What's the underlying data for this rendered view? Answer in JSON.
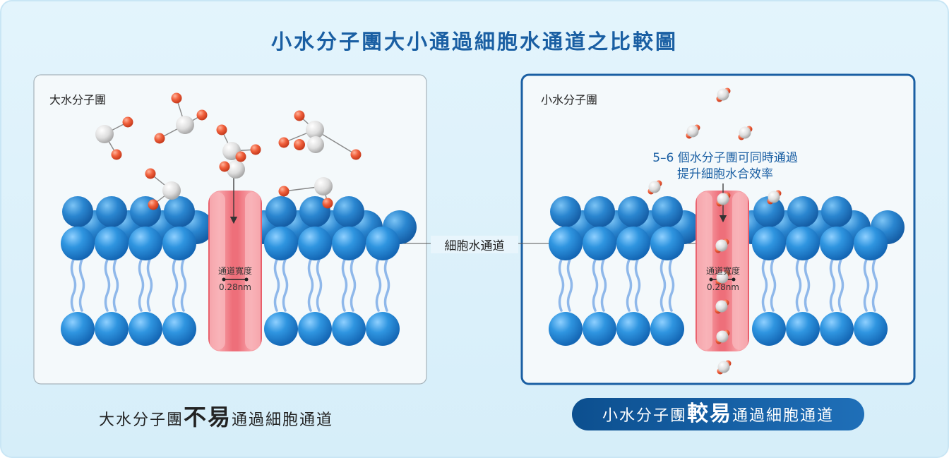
{
  "title": "小水分子團大小通過細胞水通道之比較圖",
  "left_panel": {
    "label": "大水分子團",
    "channel_width_label": "通道寬度",
    "channel_width_value": "0.28nm",
    "caption_pre": "大水分子團",
    "caption_em": "不易",
    "caption_post": "通過細胞通道"
  },
  "right_panel": {
    "label": "小水分子團",
    "channel_width_label": "通道寬度",
    "channel_width_value": "0.28nm",
    "annotation_line1": "5–6 個水分子團可同時通過",
    "annotation_line2": "提升細胞水合效率",
    "caption_pre": "小水分子團",
    "caption_em": "較易",
    "caption_post": "通過細胞通道"
  },
  "center_label": "細胞水通道",
  "colors": {
    "title": "#1a5fa3",
    "background": "#dff2fb",
    "lipid_head": "#2f95e0",
    "channel": "#f2888f",
    "oxygen": "#f0603c",
    "hydrogen": "#e8e8e8",
    "right_border": "#1a5fa3"
  }
}
